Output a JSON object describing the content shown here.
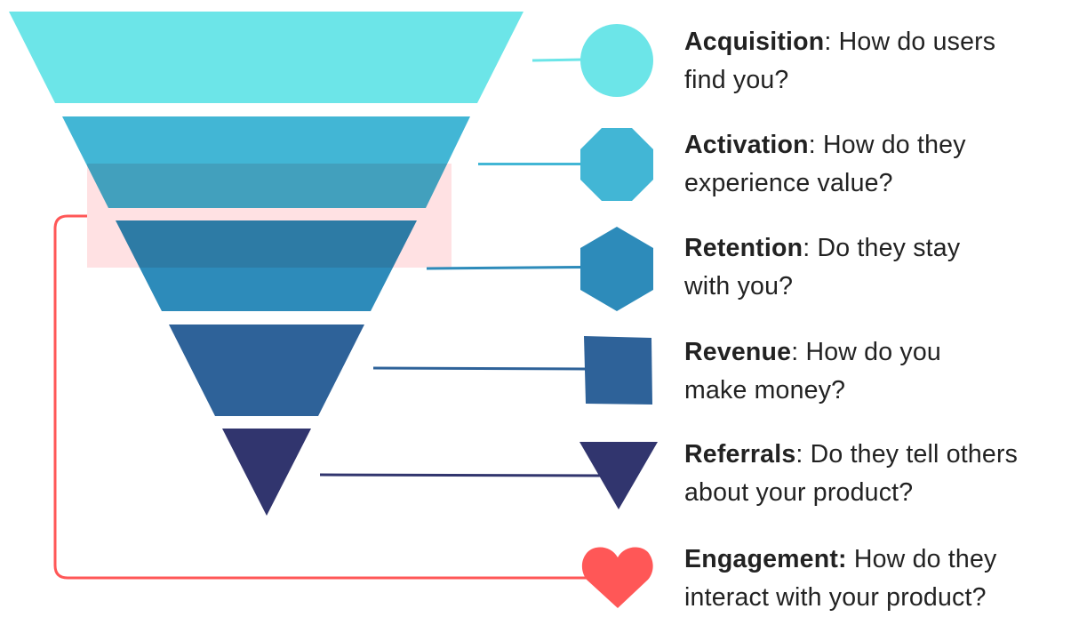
{
  "diagram": {
    "type": "funnel",
    "colors": {
      "acquisition": "#6CE5E8",
      "activation": "#42B6D5",
      "retention": "#2D8BBA",
      "revenue": "#2E6299",
      "referrals": "#31356E",
      "engagement": "#FF5757",
      "highlight_overlay": "#FFE1E3",
      "text": "#222222"
    },
    "stages": [
      {
        "id": "acquisition",
        "term": "Acquisition",
        "colon": ":",
        "question_line1": " How do users",
        "question_line2": "find you?",
        "icon": "circle-icon"
      },
      {
        "id": "activation",
        "term": "Activation",
        "colon": ":",
        "question_line1": " How do they",
        "question_line2": "experience value?",
        "icon": "octagon-icon"
      },
      {
        "id": "retention",
        "term": "Retention",
        "colon": ":",
        "question_line1": " Do they stay",
        "question_line2": "with you?",
        "icon": "hexagon-icon"
      },
      {
        "id": "revenue",
        "term": "Revenue",
        "colon": ":",
        "question_line1": " How do you",
        "question_line2": "make money?",
        "icon": "square-icon"
      },
      {
        "id": "referrals",
        "term": "Referrals",
        "colon": ":",
        "question_line1": " Do they tell others",
        "question_line2": "about your product?",
        "icon": "triangle-icon"
      },
      {
        "id": "engagement",
        "term": "Engagement",
        "colon": ":",
        "question_line1": " How do they",
        "question_line2": "interact with your product?",
        "icon": "heart-icon"
      }
    ]
  }
}
